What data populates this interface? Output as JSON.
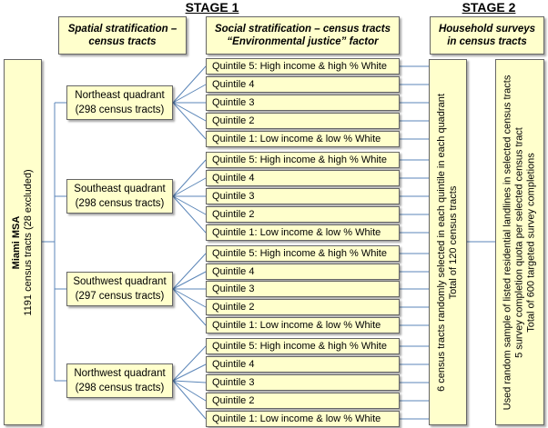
{
  "stage_titles": {
    "stage1": "STAGE 1",
    "stage2": "STAGE 2"
  },
  "headers": {
    "spatial": "Spatial stratification – census tracts",
    "social_line1": "Social stratification – census tracts",
    "social_line2": "“Environmental justice” factor",
    "household": "Household surveys in census tracts"
  },
  "msa": {
    "title": "Miami MSA",
    "subtitle": "1191 census tracts (28 excluded)"
  },
  "quadrants": [
    {
      "name": "Northeast quadrant",
      "tracts": "(298 census tracts)"
    },
    {
      "name": "Southeast quadrant",
      "tracts": "(298 census tracts)"
    },
    {
      "name": "Southwest quadrant",
      "tracts": "(297 census tracts)"
    },
    {
      "name": "Northwest quadrant",
      "tracts": "(298 census tracts)"
    }
  ],
  "quintiles": [
    "Quintile 5: High income & high % White",
    "Quintile 4",
    "Quintile 3",
    "Quintile 2",
    "Quintile 1: Low income & low % White"
  ],
  "stage2_selection": {
    "line1": "6 census tracts randomly selected in each quintile in each quadrant",
    "line2": "Total of 120 census tracts"
  },
  "stage2_survey": {
    "line1": "Used random sample of listed residential landlines in selected census tracts",
    "line2": "5 survey completion quota per selected census tract",
    "line3": "Total of 600 targeted survey completions"
  }
}
